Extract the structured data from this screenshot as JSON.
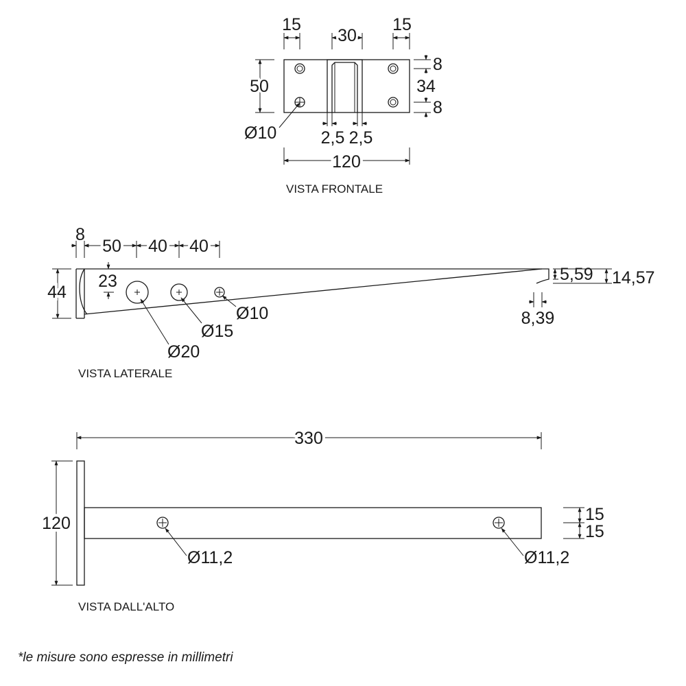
{
  "views": {
    "front": {
      "label": "VISTA FRONTALE",
      "dims": {
        "left_margin": "15",
        "channel_width": "30",
        "right_margin": "15",
        "height": "50",
        "top_offset": "8",
        "hole_spacing": "34",
        "bottom_offset": "8",
        "hole_dia": "Ø10",
        "wall_left": "2,5",
        "wall_right": "2,5",
        "width": "120"
      }
    },
    "side": {
      "label": "VISTA LATERALE",
      "dims": {
        "plate_thickness": "8",
        "first_hole": "50",
        "spacing_1": "40",
        "spacing_2": "40",
        "hole_height": "23",
        "height": "44",
        "tip_height": "5,59",
        "end_height": "14,57",
        "tip_length": "8,39",
        "hole_large": "Ø20",
        "hole_medium": "Ø15",
        "hole_small": "Ø10"
      }
    },
    "top": {
      "label": "VISTA DALL'ALTO",
      "dims": {
        "length": "330",
        "plate_width": "120",
        "half_width_upper": "15",
        "half_width_lower": "15",
        "hole_left": "Ø11,2",
        "hole_right": "Ø11,2"
      }
    }
  },
  "note": "*le misure sono espresse in millimetri"
}
